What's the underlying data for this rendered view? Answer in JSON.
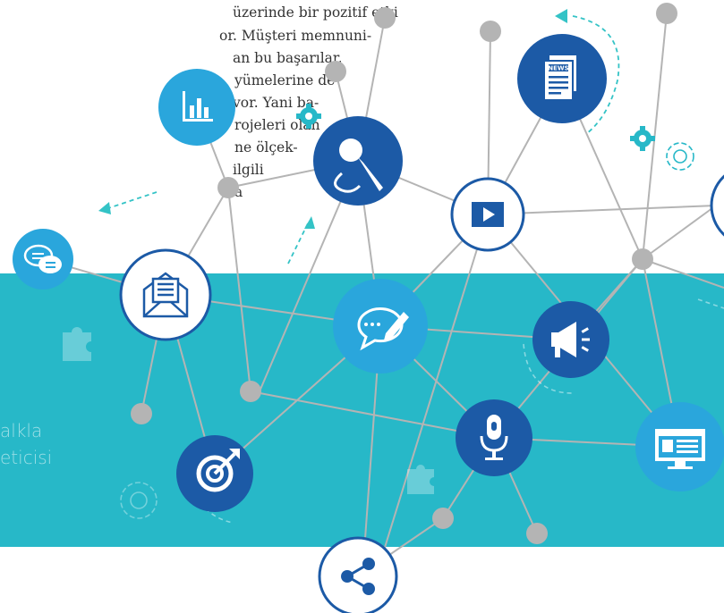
{
  "article": {
    "lines": [
      "üzerinde bir pozitif etki",
      "or.  Müşteri  memnuni-",
      "an  bu  başarılar,",
      "yümelerine  de",
      "vor.  Yani  ba-",
      "rojeleri olan",
      "ne ölçek-",
      "ilgili",
      "a"
    ]
  },
  "caption": {
    "lines": [
      "alkla",
      "eticisi"
    ]
  },
  "icons": {
    "news_label": "NEWS"
  },
  "colors": {
    "band": "#27b8c8",
    "node_dark": "#1c5aa6",
    "node_light": "#2aa6dc",
    "connector": "#b4b4b4",
    "arrow": "#34c3c6"
  }
}
